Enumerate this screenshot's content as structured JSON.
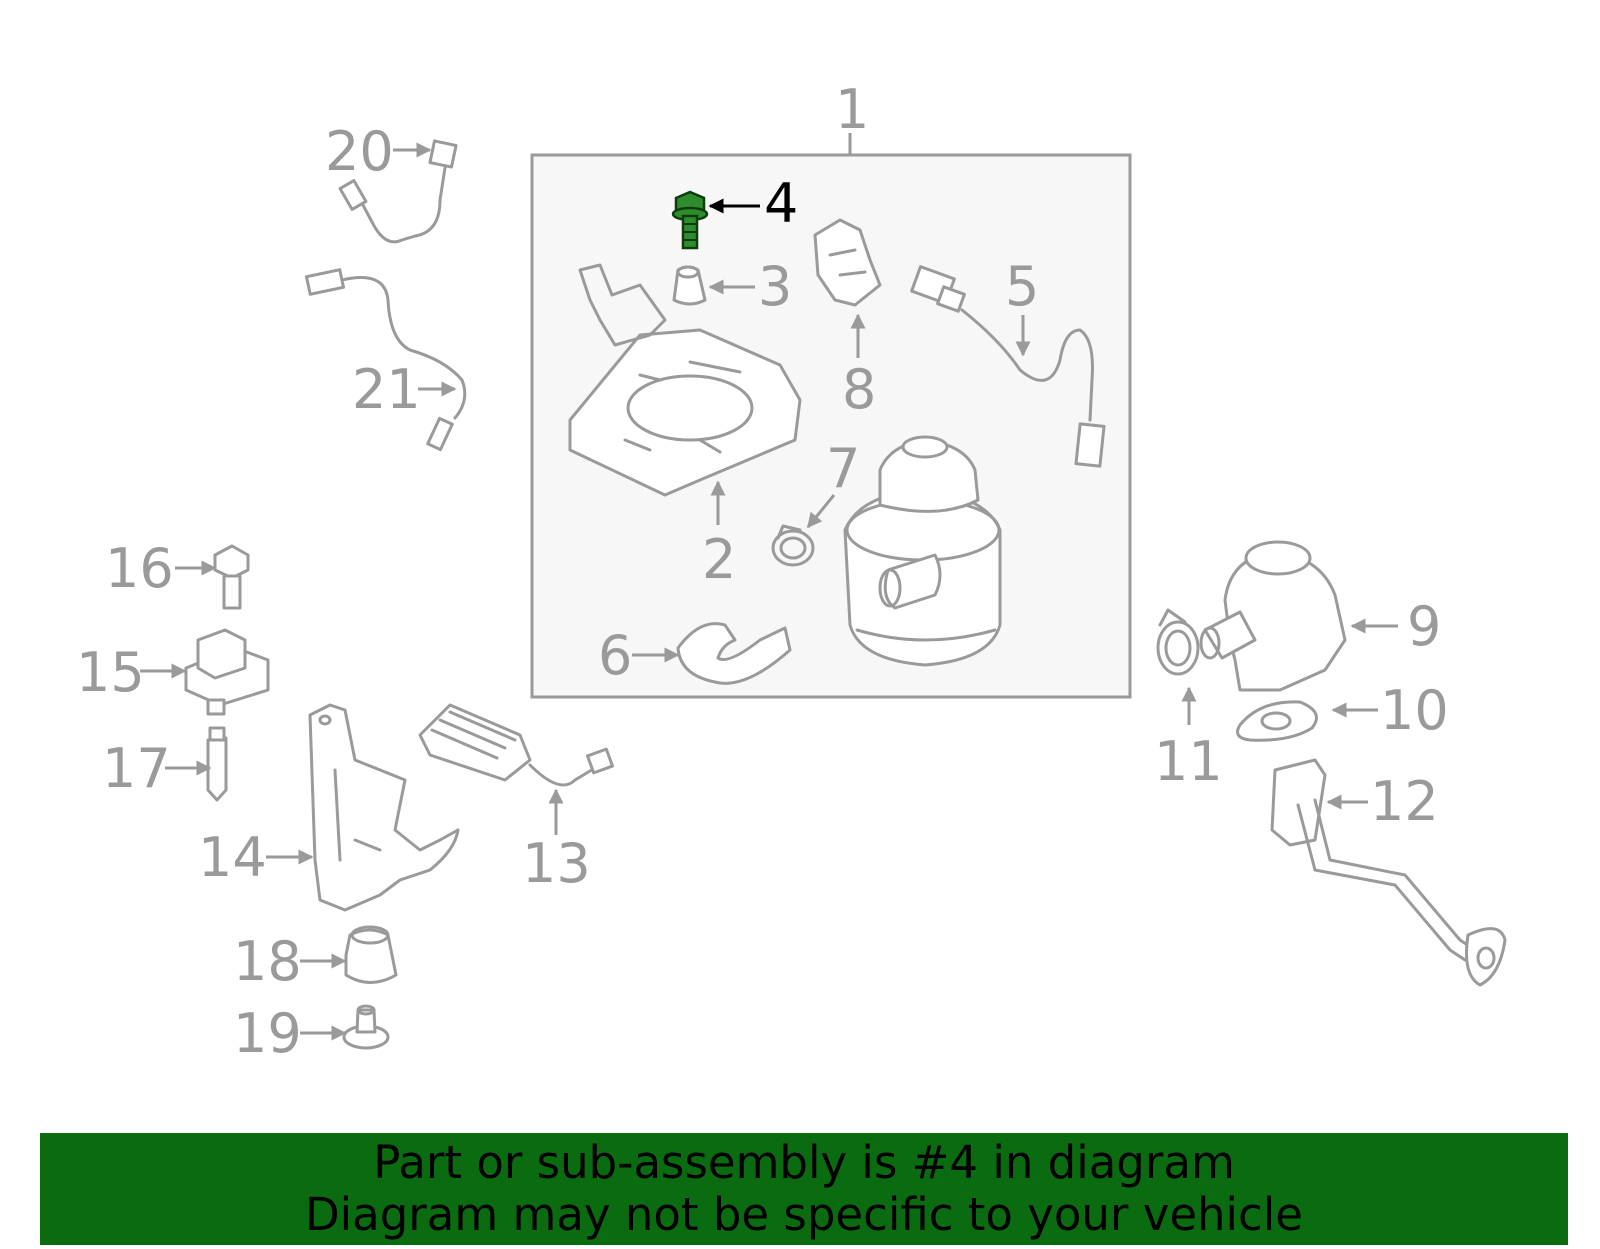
{
  "diagram": {
    "highlight_color": "#2e8b2e",
    "callout_color": "#9a9a9a",
    "callouts": [
      {
        "id": "c1",
        "label": "1"
      },
      {
        "id": "c2",
        "label": "2"
      },
      {
        "id": "c3",
        "label": "3"
      },
      {
        "id": "c4",
        "label": "4",
        "highlighted": true
      },
      {
        "id": "c5",
        "label": "5"
      },
      {
        "id": "c6",
        "label": "6"
      },
      {
        "id": "c7",
        "label": "7"
      },
      {
        "id": "c8",
        "label": "8"
      },
      {
        "id": "c9",
        "label": "9"
      },
      {
        "id": "c10",
        "label": "10"
      },
      {
        "id": "c11",
        "label": "11"
      },
      {
        "id": "c12",
        "label": "12"
      },
      {
        "id": "c13",
        "label": "13"
      },
      {
        "id": "c14",
        "label": "14"
      },
      {
        "id": "c15",
        "label": "15"
      },
      {
        "id": "c16",
        "label": "16"
      },
      {
        "id": "c17",
        "label": "17"
      },
      {
        "id": "c18",
        "label": "18"
      },
      {
        "id": "c19",
        "label": "19"
      },
      {
        "id": "c20",
        "label": "20"
      },
      {
        "id": "c21",
        "label": "21"
      }
    ]
  },
  "banner": {
    "background": "#0b6b10",
    "line1": "Part or sub-assembly is #4 in diagram",
    "line2": "Diagram may not be specific to your vehicle"
  }
}
